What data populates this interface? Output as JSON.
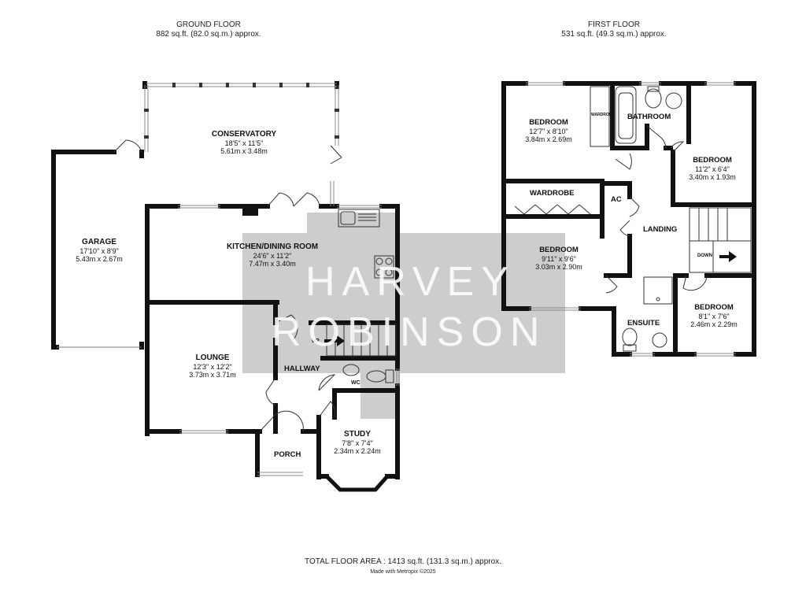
{
  "ground_floor": {
    "title": "GROUND FLOOR",
    "area": "882 sq.ft. (82.0 sq.m.) approx.",
    "rooms": {
      "conservatory": {
        "name": "CONSERVATORY",
        "imperial": "18'5\" x 11'5\"",
        "metric": "5.61m x 3.48m"
      },
      "garage": {
        "name": "GARAGE",
        "imperial": "17'10\" x 8'9\"",
        "metric": "5.43m x 2.67m"
      },
      "kitchen": {
        "name": "KITCHEN/DINING ROOM",
        "imperial": "24'6\" x 11'2\"",
        "metric": "7.47m x 3.40m"
      },
      "lounge": {
        "name": "LOUNGE",
        "imperial": "12'3\" x 12'2\"",
        "metric": "3.73m x 3.71m"
      },
      "study": {
        "name": "STUDY",
        "imperial": "7'8\" x 7'4\"",
        "metric": "2.34m x 2.24m"
      },
      "hallway": {
        "name": "HALLWAY"
      },
      "porch": {
        "name": "PORCH"
      },
      "wc": {
        "name": "WC"
      },
      "up": {
        "name": "UP"
      }
    }
  },
  "first_floor": {
    "title": "FIRST FLOOR",
    "area": "531 sq.ft. (49.3 sq.m.) approx.",
    "rooms": {
      "bedroom1": {
        "name": "BEDROOM",
        "imperial": "12'7\" x 8'10\"",
        "metric": "3.84m x 2.69m"
      },
      "bathroom": {
        "name": "BATHROOM"
      },
      "bedroom2": {
        "name": "BEDROOM",
        "imperial": "11'2\" x 6'4\"",
        "metric": "3.40m x 1.93m"
      },
      "wardrobe_small": {
        "name": "WARDROBE"
      },
      "wardrobe": {
        "name": "WARDROBE"
      },
      "ac": {
        "name": "AC"
      },
      "landing": {
        "name": "LANDING"
      },
      "bedroom3": {
        "name": "BEDROOM",
        "imperial": "9'11\" x 9'6\"",
        "metric": "3.03m x 2.90m"
      },
      "down": {
        "name": "DOWN"
      },
      "ensuite": {
        "name": "ENSUITE"
      },
      "bedroom4": {
        "name": "BEDROOM",
        "imperial": "8'1\" x 7'6\"",
        "metric": "2.46m x 2.29m"
      }
    }
  },
  "watermark": {
    "line1": "HARVEY",
    "line2": "ROBINSON"
  },
  "footer": {
    "total": "TOTAL FLOOR AREA : 1413 sq.ft. (131.3 sq.m.) approx.",
    "credit": "Made with Metropix ©2025"
  },
  "colors": {
    "wall": "#111111",
    "watermark_bg": "#c8c8c8",
    "window": "#9a9a9a"
  }
}
